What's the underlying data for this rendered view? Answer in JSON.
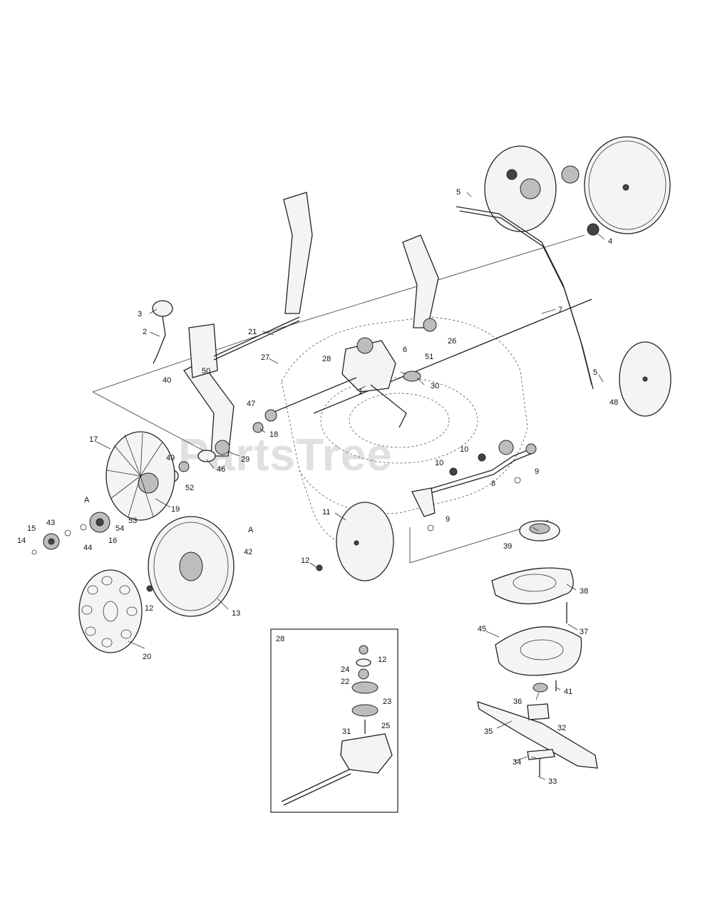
{
  "watermark": "PartsTree",
  "inset_title": "28",
  "callouts": [
    {
      "id": "c1",
      "text": "1"
    },
    {
      "id": "c2",
      "text": "2"
    },
    {
      "id": "c3",
      "text": "3"
    },
    {
      "id": "c4",
      "text": "4"
    },
    {
      "id": "c5a",
      "text": "5"
    },
    {
      "id": "c5b",
      "text": "5"
    },
    {
      "id": "c6",
      "text": "6"
    },
    {
      "id": "c7",
      "text": "7"
    },
    {
      "id": "c8",
      "text": "8"
    },
    {
      "id": "c9a",
      "text": "9"
    },
    {
      "id": "c9b",
      "text": "9"
    },
    {
      "id": "c10a",
      "text": "10"
    },
    {
      "id": "c10b",
      "text": "10"
    },
    {
      "id": "c11",
      "text": "11"
    },
    {
      "id": "c12a",
      "text": "12"
    },
    {
      "id": "c12b",
      "text": "12"
    },
    {
      "id": "c13",
      "text": "13"
    },
    {
      "id": "c14",
      "text": "14"
    },
    {
      "id": "c15",
      "text": "15"
    },
    {
      "id": "c16",
      "text": "16"
    },
    {
      "id": "c17",
      "text": "17"
    },
    {
      "id": "c18",
      "text": "18"
    },
    {
      "id": "c19",
      "text": "19"
    },
    {
      "id": "c20",
      "text": "20"
    },
    {
      "id": "c21",
      "text": "21"
    },
    {
      "id": "c26",
      "text": "26"
    },
    {
      "id": "c27",
      "text": "27"
    },
    {
      "id": "c28",
      "text": "28"
    },
    {
      "id": "c29",
      "text": "29"
    },
    {
      "id": "c30",
      "text": "30"
    },
    {
      "id": "c32",
      "text": "32"
    },
    {
      "id": "c33",
      "text": "33"
    },
    {
      "id": "c34",
      "text": "34"
    },
    {
      "id": "c35",
      "text": "35"
    },
    {
      "id": "c36",
      "text": "36"
    },
    {
      "id": "c37",
      "text": "37"
    },
    {
      "id": "c38",
      "text": "38"
    },
    {
      "id": "c39",
      "text": "39"
    },
    {
      "id": "c40",
      "text": "40"
    },
    {
      "id": "c41",
      "text": "41"
    },
    {
      "id": "c42",
      "text": "42"
    },
    {
      "id": "c43",
      "text": "43"
    },
    {
      "id": "c44",
      "text": "44"
    },
    {
      "id": "c45",
      "text": "45"
    },
    {
      "id": "c46",
      "text": "46"
    },
    {
      "id": "c47",
      "text": "47"
    },
    {
      "id": "c48",
      "text": "48"
    },
    {
      "id": "c49",
      "text": "49"
    },
    {
      "id": "c50",
      "text": "50"
    },
    {
      "id": "c51",
      "text": "51"
    },
    {
      "id": "c52",
      "text": "52"
    },
    {
      "id": "c53",
      "text": "53"
    },
    {
      "id": "c54",
      "text": "54"
    },
    {
      "id": "cA1",
      "text": "A"
    },
    {
      "id": "cA2",
      "text": "A"
    },
    {
      "id": "i12",
      "text": "12"
    },
    {
      "id": "i22",
      "text": "22"
    },
    {
      "id": "i23",
      "text": "23"
    },
    {
      "id": "i24",
      "text": "24"
    },
    {
      "id": "i25",
      "text": "25"
    },
    {
      "id": "i31",
      "text": "31"
    }
  ]
}
